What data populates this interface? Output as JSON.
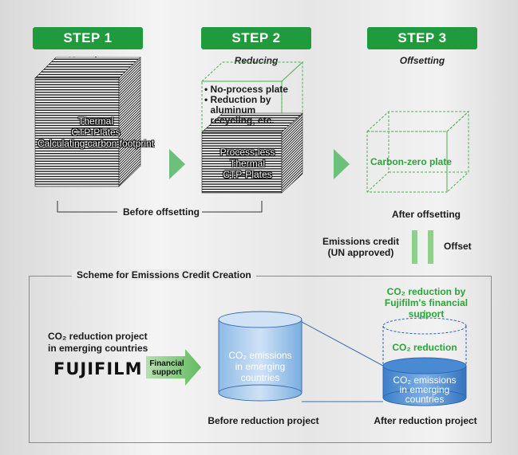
{
  "steps": [
    {
      "label": "STEP 1",
      "sub": "Knowing"
    },
    {
      "label": "STEP 2",
      "sub": "Reducing"
    },
    {
      "label": "STEP 3",
      "sub": "Offsetting"
    }
  ],
  "step1_stack": {
    "line1": "Thermal",
    "line2": "CTP-Plates",
    "line3": "Calculating carbon footprint"
  },
  "step2_bullets": [
    "No-process plate",
    "Reduction by aluminum recycling, etc."
  ],
  "step2_bullet2_lines": [
    "Reduction by",
    "aluminum",
    "recycling, etc."
  ],
  "step2_stack": {
    "line1": "Process-less",
    "line2": "Thermal",
    "line3": "CTP-Plates"
  },
  "step3_cube": "Carbon-zero plate",
  "before_offsetting": "Before offsetting",
  "after_offsetting": "After offsetting",
  "emissions_credit": {
    "line1": "Emissions credit",
    "line2": "(UN approved)"
  },
  "offset": "Offset",
  "scheme_title": "Scheme for Emissions Credit Creation",
  "co2_project": {
    "line1": "CO₂ reduction project",
    "line2": "in emerging countries"
  },
  "logo_text": "FUJIFILM",
  "financial_support": {
    "line1": "Financial",
    "line2": "support"
  },
  "cyl_before": {
    "line1": "CO₂ emissions",
    "line2": "in emerging",
    "line3": "countries"
  },
  "cyl_after": {
    "line1": "CO₂ emissions",
    "line2": "in emerging",
    "line3": "countries"
  },
  "co2_reduction": "CO₂ reduction",
  "fujifilm_support": {
    "line1": "CO₂ reduction by",
    "line2": "Fujifilm's financial support"
  },
  "before_project": "Before reduction project",
  "after_project": "After reduction project",
  "colors": {
    "green": "#1f9a3c",
    "light_green": "#9bd59b",
    "blue": "#3d86cc",
    "cyl_light": "#cfe2f6"
  }
}
